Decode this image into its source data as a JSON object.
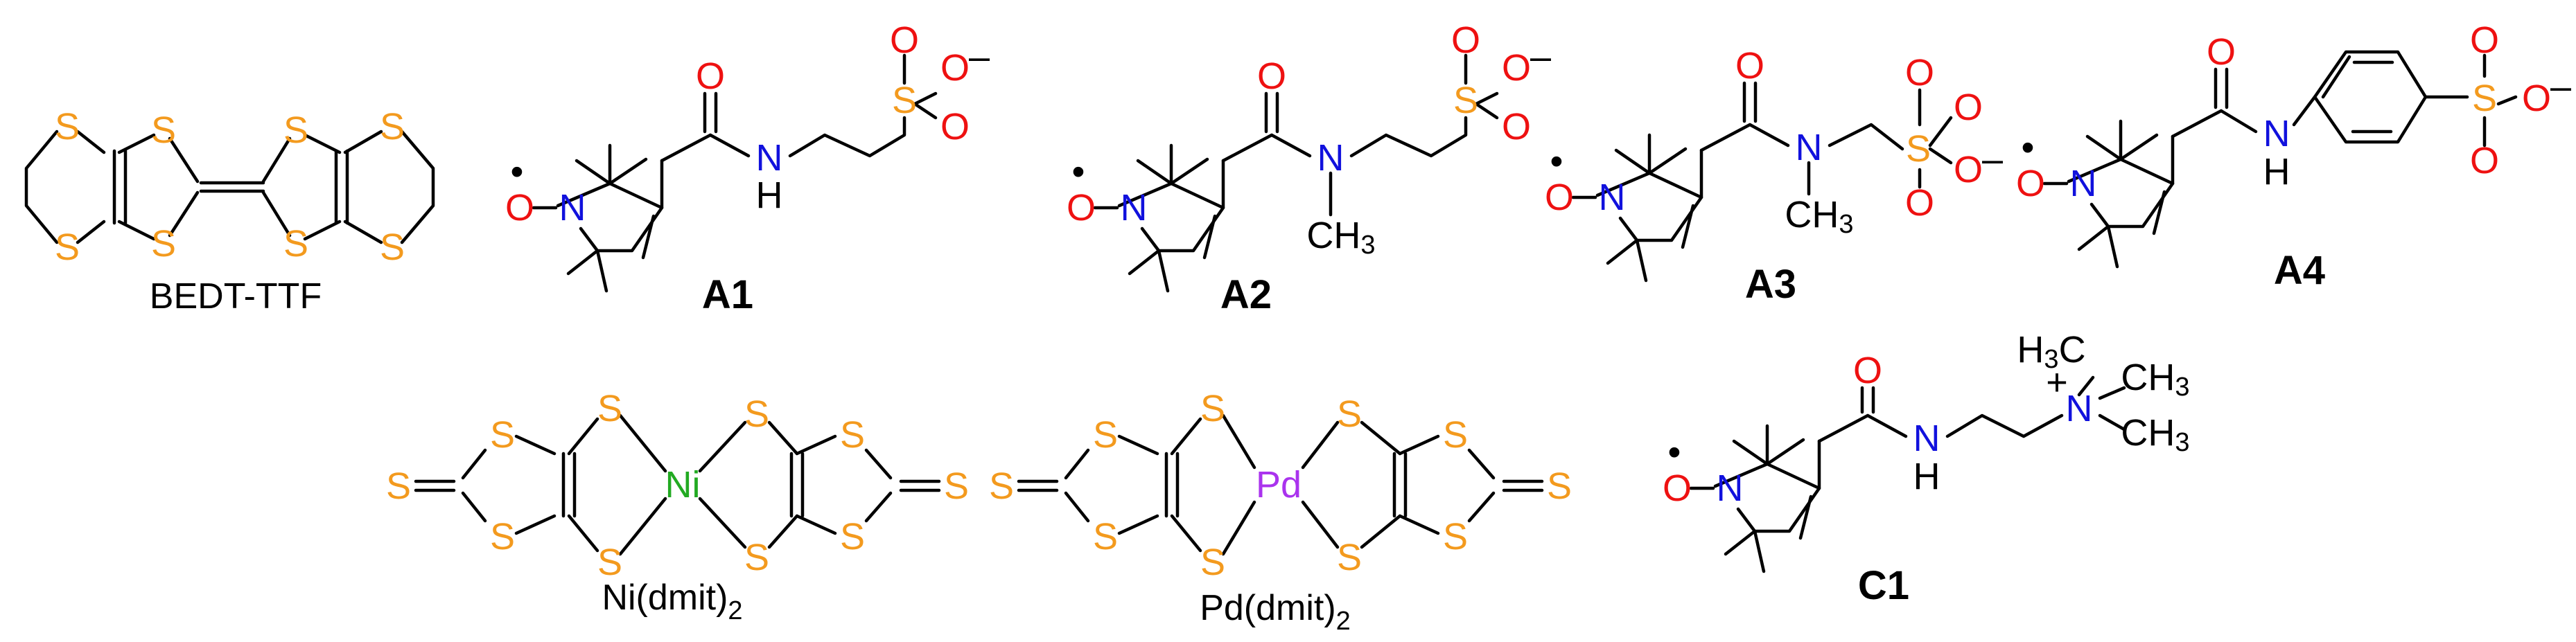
{
  "colors": {
    "sulfur": "#f39a1e",
    "oxygen": "#ee1111",
    "nitrogen": "#1111dd",
    "nickel": "#22aa22",
    "palladium": "#aa33ee",
    "bond": "#000000"
  },
  "atoms": {
    "S": "S",
    "O": "O",
    "N": "N",
    "H": "H",
    "Ni": "Ni",
    "Pd": "Pd",
    "CH": "CH",
    "H3C": "H",
    "three": "3",
    "C_letter": "C",
    "neg": "–",
    "pos": "+",
    "radical": "•"
  },
  "captions": {
    "bedt": "BEDT-TTF",
    "a1": "A1",
    "a2": "A2",
    "a3": "A3",
    "a4": "A4",
    "c1": "C1",
    "ni_main": "Ni(dmit)",
    "ni_sub": "2",
    "pd_main": "Pd(dmit)",
    "pd_sub": "2"
  }
}
